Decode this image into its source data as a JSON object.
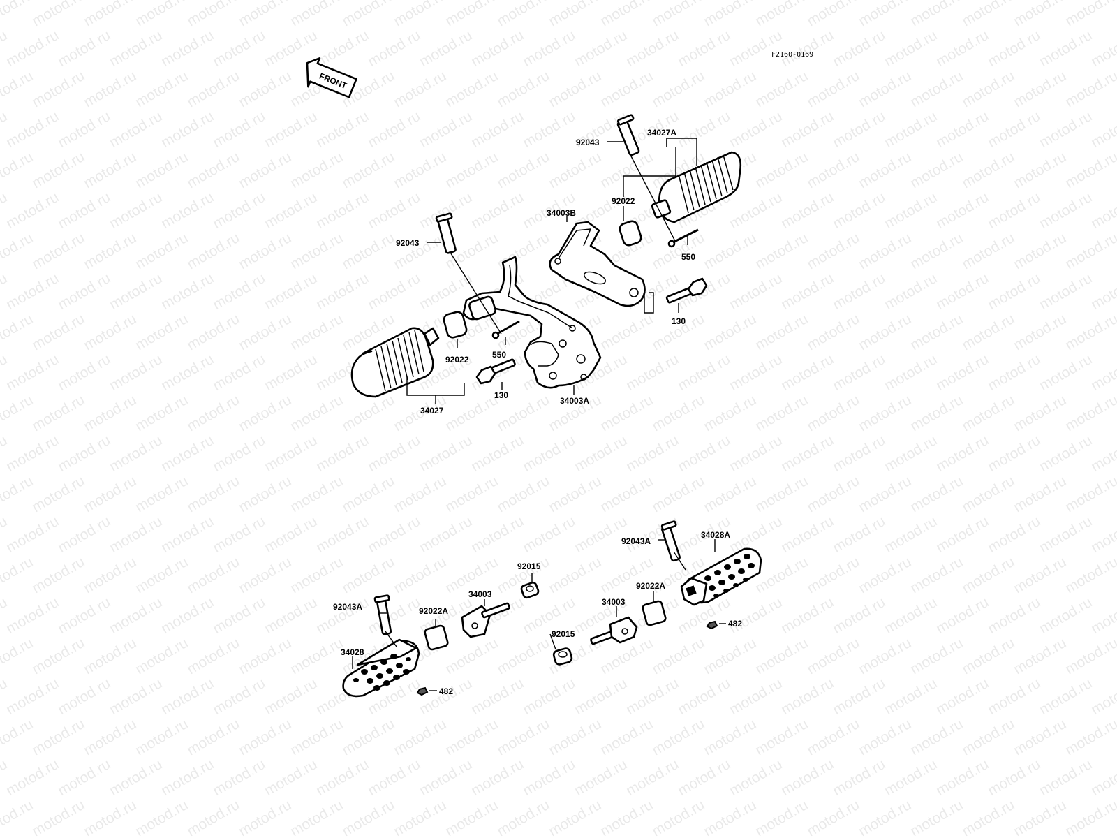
{
  "diagram_code": "F2160-0169",
  "front_label": "FRONT",
  "watermark_text": "motod.ru",
  "colors": {
    "ink": "#000000",
    "background": "#ffffff"
  },
  "labels": {
    "l_92043_top_right": "92043",
    "l_34027A": "34027A",
    "l_92022_top_right": "92022",
    "l_550_right": "550",
    "l_34003B": "34003B",
    "l_130_right": "130",
    "l_92043_left": "92043",
    "l_92022_left": "92022",
    "l_550_mid": "550",
    "l_130_left": "130",
    "l_34027": "34027",
    "l_34003A": "34003A",
    "l_92043A_right": "92043A",
    "l_34028A": "34028A",
    "l_92022A_right": "92022A",
    "l_34003_right": "34003",
    "l_92015_right_top": "92015",
    "l_482_right": "482",
    "l_92015_lower": "92015",
    "l_92043A_left": "92043A",
    "l_92022A_left": "92022A",
    "l_34003_left": "34003",
    "l_34028": "34028",
    "l_482_left": "482"
  }
}
